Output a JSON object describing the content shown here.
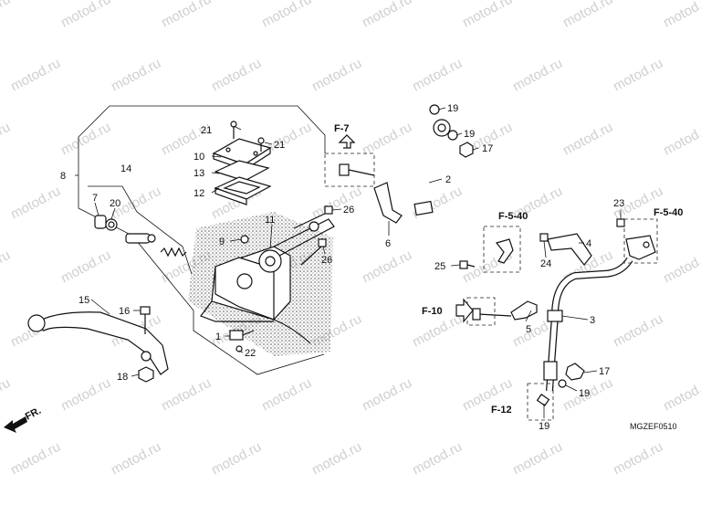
{
  "watermark": {
    "text": "motod.ru",
    "color": "#cfcfcf"
  },
  "diagram_code": "MGZEF0510",
  "direction_arrow": {
    "label": "FR.",
    "icon": "front-direction-arrow-icon"
  },
  "callouts": [
    {
      "id": "c1",
      "label": "1"
    },
    {
      "id": "c2",
      "label": "2"
    },
    {
      "id": "c3",
      "label": "3"
    },
    {
      "id": "c4",
      "label": "4"
    },
    {
      "id": "c5",
      "label": "5"
    },
    {
      "id": "c6",
      "label": "6"
    },
    {
      "id": "c7",
      "label": "7"
    },
    {
      "id": "c8",
      "label": "8"
    },
    {
      "id": "c9",
      "label": "9"
    },
    {
      "id": "c10",
      "label": "10"
    },
    {
      "id": "c11",
      "label": "11"
    },
    {
      "id": "c12",
      "label": "12"
    },
    {
      "id": "c13",
      "label": "13"
    },
    {
      "id": "c14",
      "label": "14"
    },
    {
      "id": "c15",
      "label": "15"
    },
    {
      "id": "c16",
      "label": "16"
    },
    {
      "id": "c17a",
      "label": "17"
    },
    {
      "id": "c17b",
      "label": "17"
    },
    {
      "id": "c18",
      "label": "18"
    },
    {
      "id": "c19a",
      "label": "19"
    },
    {
      "id": "c19b",
      "label": "19"
    },
    {
      "id": "c19c",
      "label": "19"
    },
    {
      "id": "c19d",
      "label": "19"
    },
    {
      "id": "c20",
      "label": "20"
    },
    {
      "id": "c21a",
      "label": "21"
    },
    {
      "id": "c21b",
      "label": "21"
    },
    {
      "id": "c22",
      "label": "22"
    },
    {
      "id": "c23",
      "label": "23"
    },
    {
      "id": "c24",
      "label": "24"
    },
    {
      "id": "c25",
      "label": "25"
    },
    {
      "id": "c26a",
      "label": "26"
    },
    {
      "id": "c26b",
      "label": "26"
    }
  ],
  "references": [
    {
      "id": "r1",
      "label": "F-7"
    },
    {
      "id": "r2",
      "label": "F-5-40"
    },
    {
      "id": "r3",
      "label": "F-5-40"
    },
    {
      "id": "r4",
      "label": "F-10"
    },
    {
      "id": "r5",
      "label": "F-12"
    }
  ]
}
